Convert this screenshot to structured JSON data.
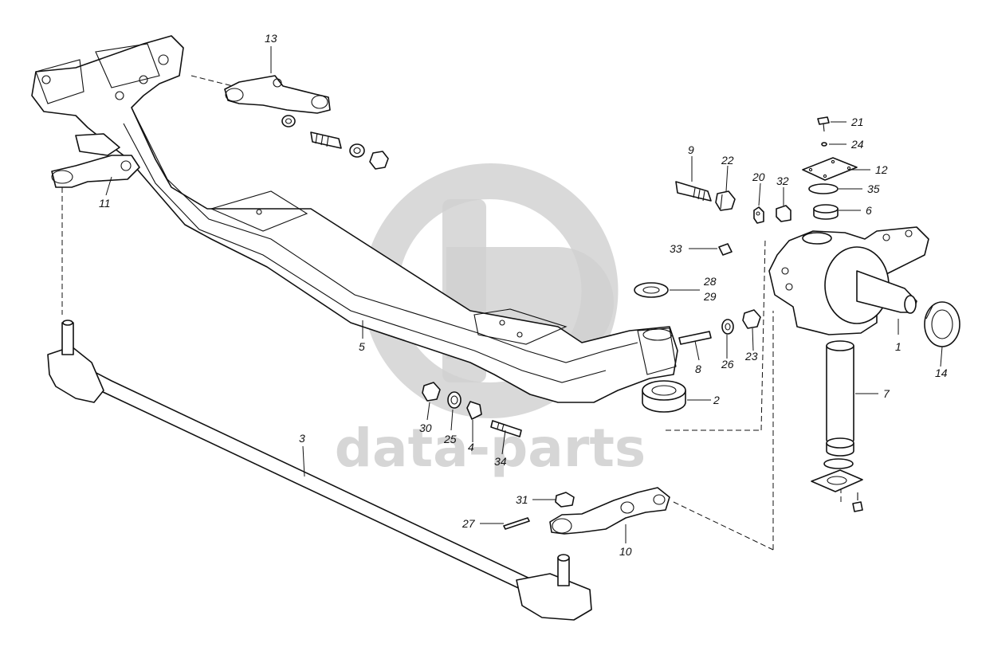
{
  "watermark": {
    "text": "data-parts",
    "color": "#cccccc"
  },
  "callouts": {
    "c1": "1",
    "c2": "2",
    "c3": "3",
    "c4": "4",
    "c5": "5",
    "c6": "6",
    "c7": "7",
    "c8": "8",
    "c9": "9",
    "c10": "10",
    "c11": "11",
    "c12": "12",
    "c13": "13",
    "c14": "14",
    "c20": "20",
    "c21": "21",
    "c22": "22",
    "c23": "23",
    "c24": "24",
    "c25": "25",
    "c26": "26",
    "c27": "27",
    "c28": "28",
    "c29": "29",
    "c30": "30",
    "c31": "31",
    "c32": "32",
    "c33": "33",
    "c34": "34",
    "c35": "35"
  }
}
